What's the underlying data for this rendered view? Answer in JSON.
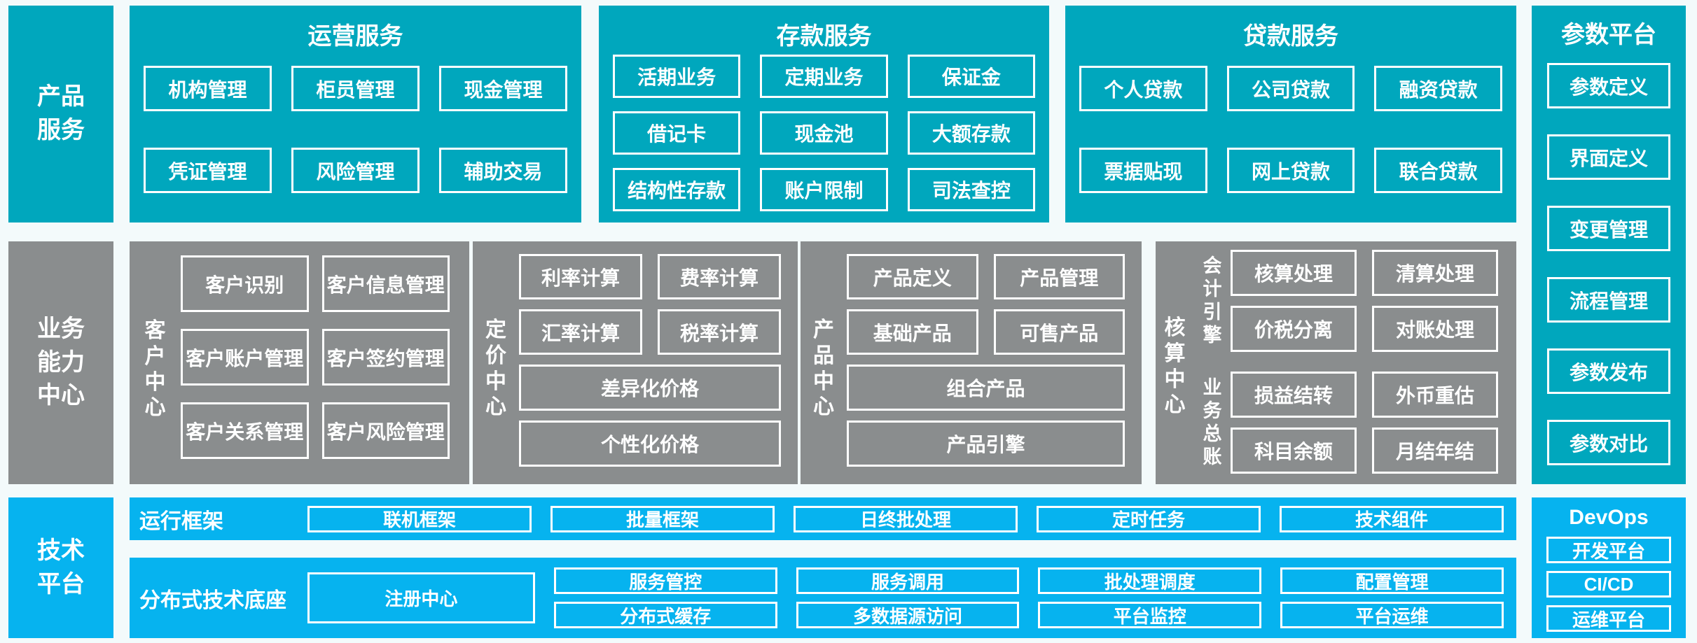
{
  "colors": {
    "teal": "#00a7bd",
    "gray": "#8a8d8e",
    "blue": "#06b3ef",
    "background": "#f3fafb",
    "box_border": "#ffffff",
    "text": "#ffffff"
  },
  "sidebars": {
    "product": "产品服务",
    "business": "业务能力中心",
    "tech": "技术平台"
  },
  "top_sections": [
    {
      "title": "运营服务",
      "rows": [
        [
          "机构管理",
          "柜员管理",
          "现金管理"
        ],
        [
          "凭证管理",
          "风险管理",
          "辅助交易"
        ]
      ]
    },
    {
      "title": "存款服务",
      "rows": [
        [
          "活期业务",
          "定期业务",
          "保证金"
        ],
        [
          "借记卡",
          "现金池",
          "大额存款"
        ],
        [
          "结构性存款",
          "账户限制",
          "司法查控"
        ]
      ]
    },
    {
      "title": "贷款服务",
      "rows": [
        [
          "个人贷款",
          "公司贷款",
          "融资贷款"
        ],
        [
          "票据贴现",
          "网上贷款",
          "联合贷款"
        ]
      ]
    }
  ],
  "parameter_platform": {
    "title": "参数平台",
    "items": [
      "参数定义",
      "界面定义",
      "变更管理",
      "流程管理",
      "参数发布",
      "参数对比"
    ]
  },
  "centers": [
    {
      "label": "客户中心",
      "rows": [
        [
          "客户识别",
          "客户信息管理"
        ],
        [
          "客户账户管理",
          "客户签约管理"
        ],
        [
          "客户关系管理",
          "客户风险管理"
        ]
      ]
    },
    {
      "label": "定价中心",
      "rows": [
        [
          "利率计算",
          "费率计算"
        ],
        [
          "汇率计算",
          "税率计算"
        ]
      ],
      "wide": [
        "差异化价格",
        "个性化价格"
      ]
    },
    {
      "label": "产品中心",
      "rows": [
        [
          "产品定义",
          "产品管理"
        ],
        [
          "基础产品",
          "可售产品"
        ]
      ],
      "wide": [
        "组合产品",
        "产品引擎"
      ]
    },
    {
      "label": "核算中心",
      "groups": [
        {
          "label": "会计引擎",
          "rows": [
            [
              "核算处理",
              "清算处理"
            ],
            [
              "价税分离",
              "对账处理"
            ]
          ]
        },
        {
          "label": "业务总账",
          "rows": [
            [
              "损益结转",
              "外币重估"
            ],
            [
              "科目余额",
              "月结年结"
            ]
          ]
        }
      ]
    }
  ],
  "runtime": {
    "label": "运行框架",
    "items": [
      "联机框架",
      "批量框架",
      "日终批处理",
      "定时任务",
      "技术组件"
    ]
  },
  "distributed": {
    "label": "分布式技术底座",
    "registry": "注册中心",
    "columns": [
      [
        "服务管控",
        "分布式缓存"
      ],
      [
        "服务调用",
        "多数据源访问"
      ],
      [
        "批处理调度",
        "平台监控"
      ],
      [
        "配置管理",
        "平台运维"
      ]
    ]
  },
  "devops": {
    "title": "DevOps",
    "items": [
      "开发平台",
      "CI/CD",
      "运维平台"
    ]
  }
}
